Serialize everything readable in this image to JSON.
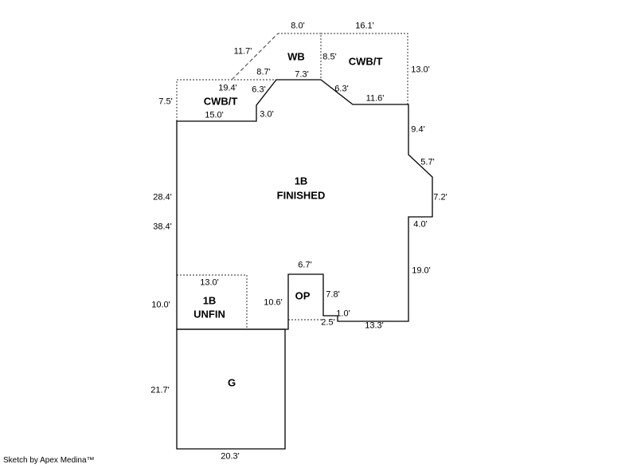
{
  "rooms": {
    "wb": "WB",
    "cwbt_right": "CWB/T",
    "cwbt_left": "CWB/T",
    "finished_line1": "1B",
    "finished_line2": "FINISHED",
    "unfin_line1": "1B",
    "unfin_line2": "UNFIN",
    "op": "OP",
    "garage": "G"
  },
  "dims": {
    "wb_top": "8.0'",
    "cwbt_right_top": "16.1'",
    "wb_diagonal": "11.7'",
    "wb_right": "8.5'",
    "cwbt_right_side": "13.0'",
    "wb_bottom": "8.7'",
    "ridge_top": "7.3'",
    "cwbt_left_top": "19.4'",
    "ridge_diag_left": "6.3'",
    "ridge_diag_right": "6.3'",
    "upper_right_wall": "11.6'",
    "cwbt_left_side": "7.5'",
    "finished_top": "15.0'",
    "step_3": "3.0'",
    "right_wall_94": "9.4'",
    "right_diag_57": "5.7'",
    "right_wall_72": "7.2'",
    "left_wall_284": "28.4'",
    "right_step_40": "4.0'",
    "left_wall_384": "38.4'",
    "op_top": "6.7'",
    "right_wall_190": "19.0'",
    "unfin_top": "13.0'",
    "op_right": "7.8'",
    "op_left": "10.6'",
    "left_wall_100": "10.0'",
    "notch_10": "1.0'",
    "notch_25": "2.5'",
    "bottom_133": "13.3'",
    "garage_left": "21.7'",
    "garage_bottom": "20.3'"
  },
  "footer": {
    "credit": "Sketch by Apex Medina™"
  },
  "colors": {
    "wall_line": "#000000",
    "deck_line": "#555555",
    "background": "#ffffff"
  }
}
